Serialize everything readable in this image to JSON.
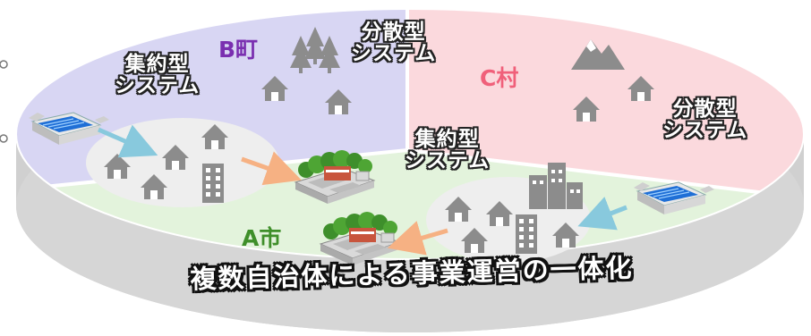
{
  "regions": {
    "b_town": {
      "label": "B町",
      "color": "#7a2fb0"
    },
    "c_village": {
      "label": "C村",
      "color": "#f0607a"
    },
    "a_city": {
      "label": "A市",
      "color": "#3f8f2a"
    }
  },
  "systems": {
    "b_centralized": "集約型\nシステム",
    "b_decentralized": "分散型\nシステム",
    "a_centralized": "集約型\nシステム",
    "c_decentralized": "分散型\nシステム"
  },
  "title": "複数自治体による事業運営の一体化",
  "colors": {
    "b_zone": "#d8d6f3",
    "c_zone": "#fbd9dd",
    "a_zone": "#e3f3dc",
    "cluster_fill": "#eeeeee",
    "icon_gray": "#8c8c8c",
    "arrow_blue": "#88c9dd",
    "arrow_orange": "#f6b183"
  }
}
